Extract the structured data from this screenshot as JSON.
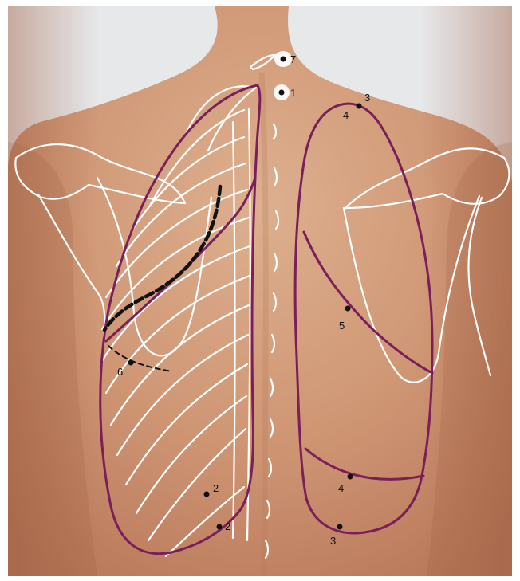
{
  "figure": {
    "type": "anatomical back view with lung and rib projections",
    "colors": {
      "background": "#e7e8ea",
      "skin_light": "#d9a27f",
      "skin_mid": "#c98e69",
      "skin_shadow": "#a96b4b",
      "bone_outline": "#ffffff",
      "lung_outline": "#7a1f5a",
      "marker": "#111111",
      "dashed_line": "#111111"
    },
    "landmarks": [
      {
        "label": "7"
      },
      {
        "label": "1"
      },
      {
        "label": "3"
      },
      {
        "label": "4"
      },
      {
        "label": "5"
      },
      {
        "label": "6"
      },
      {
        "label": "4"
      },
      {
        "label": "3"
      },
      {
        "label": "2"
      },
      {
        "label": "2"
      }
    ]
  }
}
